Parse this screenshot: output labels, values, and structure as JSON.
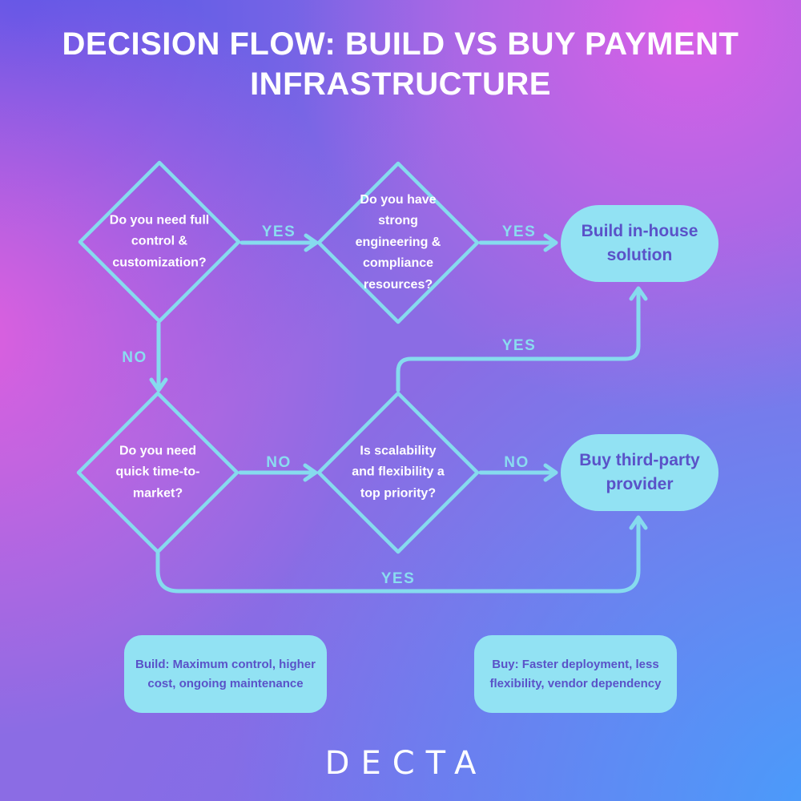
{
  "title": "DECISION FLOW: BUILD VS BUY PAYMENT INFRASTRUCTURE",
  "colors": {
    "accent_cyan": "#86dbee",
    "node_fill": "#92e2f3",
    "node_text_indigo": "#5a52c8",
    "title_text": "#ffffff",
    "background_corners": {
      "top_left": "#5657e2",
      "top_right_pink": "#cf6ae0",
      "left_middle_pink": "#d667d8",
      "bottom_right_blue": "#51a0f7"
    }
  },
  "flowchart": {
    "decisions": [
      {
        "id": "d1",
        "label": "Do you need full control & customization?"
      },
      {
        "id": "d2",
        "label": "Do you have strong engineering & compliance resources?"
      },
      {
        "id": "d3",
        "label": "Do you need quick time-to-market?"
      },
      {
        "id": "d4",
        "label": "Is scalability and flexibility a top priority?"
      }
    ],
    "outcomes": [
      {
        "id": "build",
        "label": "Build in-house solution"
      },
      {
        "id": "buy",
        "label": "Buy third-party provider"
      }
    ],
    "edges": [
      {
        "from": "d1",
        "to": "d2",
        "label": "YES"
      },
      {
        "from": "d2",
        "to": "build",
        "label": "YES"
      },
      {
        "from": "d1",
        "to": "d3",
        "label": "NO"
      },
      {
        "from": "d3",
        "to": "d4",
        "label": "NO"
      },
      {
        "from": "d4",
        "to": "buy",
        "label": "NO"
      },
      {
        "from": "d4",
        "to": "build",
        "label": "YES"
      },
      {
        "from": "d3",
        "to": "buy",
        "label": "YES"
      }
    ]
  },
  "notes": [
    {
      "label": "Build: Maximum control, higher cost, ongoing maintenance"
    },
    {
      "label": "Buy: Faster deployment, less flexibility, vendor dependency"
    }
  ],
  "logo": "DECTA"
}
